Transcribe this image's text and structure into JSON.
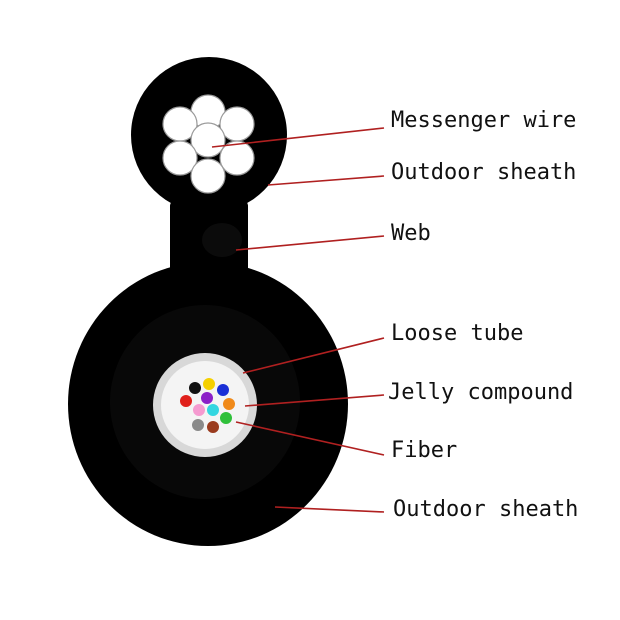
{
  "labels": {
    "messenger_wire": "Messenger wire",
    "outdoor_sheath_upper": "Outdoor sheath",
    "web": "Web",
    "loose_tube": "Loose tube",
    "jelly_compound": "Jelly compound",
    "fiber": "Fiber",
    "outdoor_sheath_lower": "Outdoor sheath"
  },
  "colors": {
    "sheath": "#000000",
    "inner_sheath_shadow": "#0a0a0a",
    "wire_strand_fill": "#ffffff",
    "wire_strand_stroke": "#9a9a9a",
    "loose_tube": "#d8d8d8",
    "jelly_compound": "#f4f4f4",
    "leader_line": "#b02020",
    "label_text": "#111111"
  },
  "fiber_colors": [
    "#111111",
    "#f5d000",
    "#1a2fd6",
    "#e0201b",
    "#8b20c8",
    "#f08a1a",
    "#f59ad0",
    "#33d6e0",
    "#2fc03a",
    "#8a8a8a",
    "#9a3b1e"
  ]
}
